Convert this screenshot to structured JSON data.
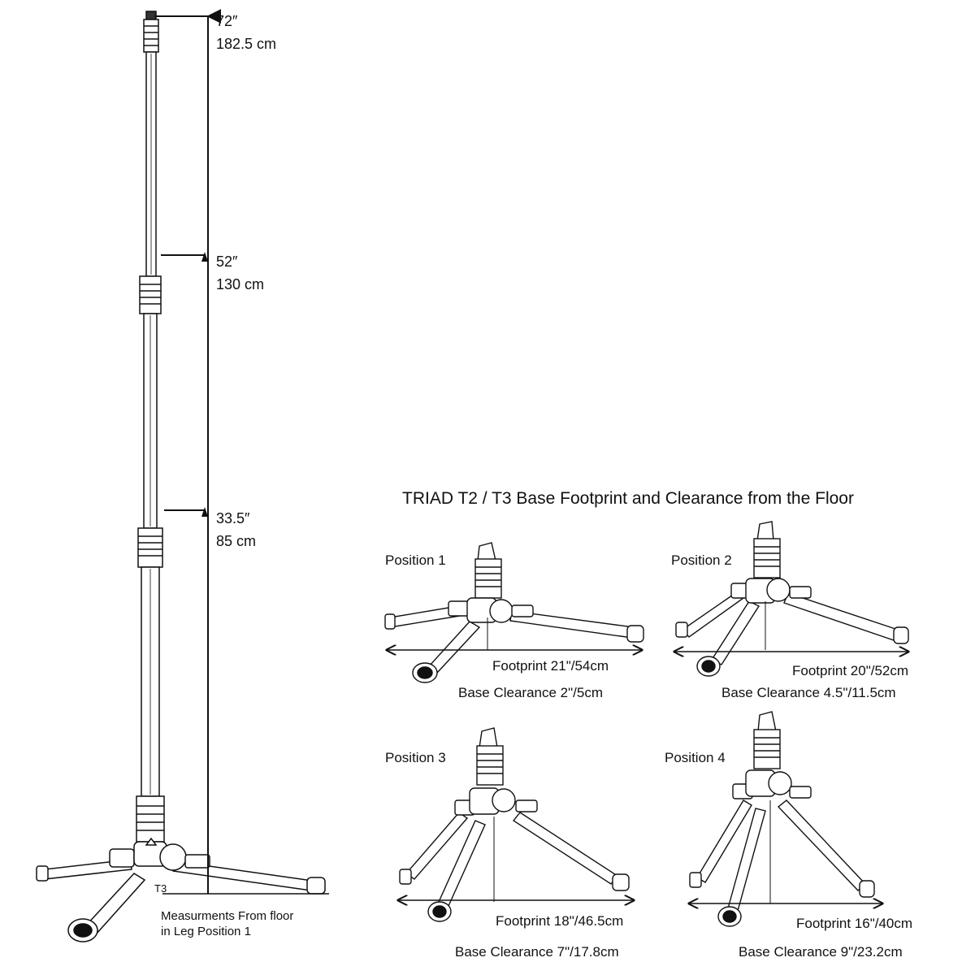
{
  "stand": {
    "heights": [
      {
        "inches": "72″",
        "cm": "182.5 cm"
      },
      {
        "inches": "52″",
        "cm": "130 cm"
      },
      {
        "inches": "33.5″",
        "cm": "85 cm"
      }
    ],
    "model_label": "T3",
    "note_line1": "Measurments From floor",
    "note_line2": "in Leg Position 1"
  },
  "footprint_section": {
    "title": "TRIAD T2 / T3 Base Footprint and Clearance from the Floor",
    "positions": [
      {
        "label": "Position 1",
        "footprint": "Footprint 21\"/54cm",
        "clearance": "Base Clearance 2\"/5cm"
      },
      {
        "label": "Position 2",
        "footprint": "Footprint 20\"/52cm",
        "clearance": "Base Clearance 4.5\"/11.5cm"
      },
      {
        "label": "Position 3",
        "footprint": "Footprint 18\"/46.5cm",
        "clearance": "Base Clearance 7\"/17.8cm"
      },
      {
        "label": "Position 4",
        "footprint": "Footprint 16\"/40cm",
        "clearance": "Base Clearance 9\"/23.2cm"
      }
    ]
  }
}
